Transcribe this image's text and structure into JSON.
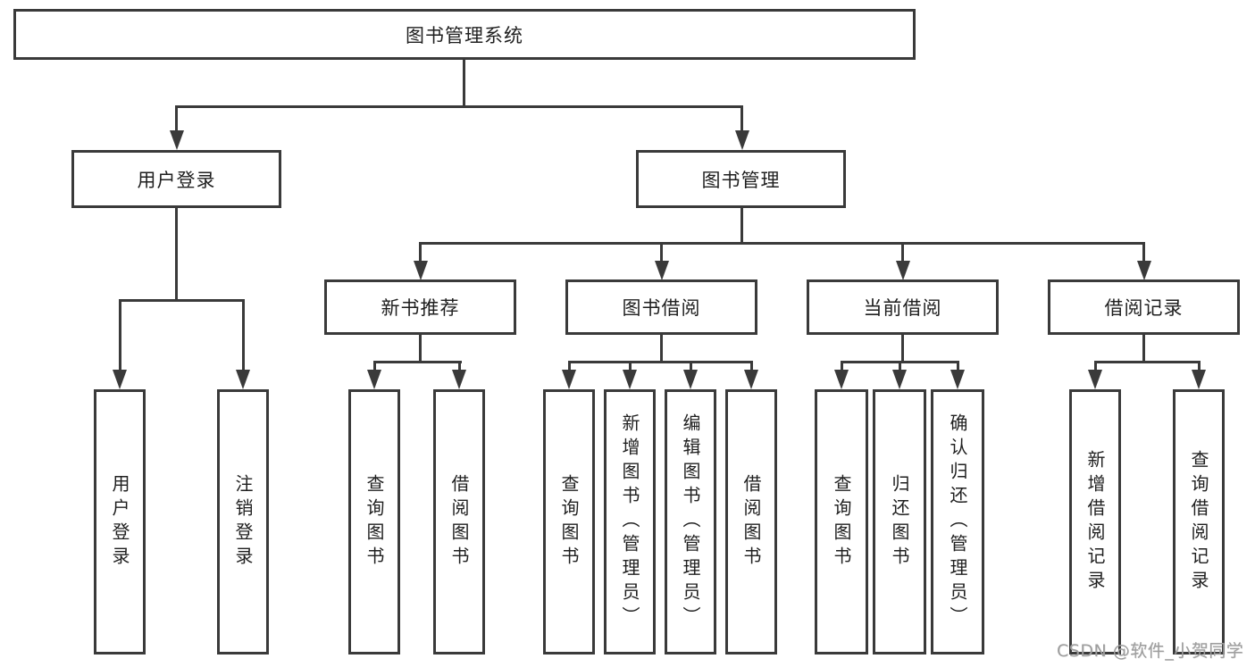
{
  "diagram": {
    "title": "图书管理系统",
    "nodes": {
      "root": "图书管理系统",
      "user_login": "用户登录",
      "book_management": "图书管理",
      "new_book_recommend": "新书推荐",
      "book_borrow": "图书借阅",
      "current_borrow": "当前借阅",
      "borrow_record": "借阅记录",
      "leaf_user_login": "用户登录",
      "leaf_logout": "注销登录",
      "leaf_rec_query_book": "查询图书",
      "leaf_rec_borrow_book": "借阅图书",
      "leaf_bb_query_book": "查询图书",
      "leaf_bb_add_book": "新增图书（管理员）",
      "leaf_bb_edit_book": "编辑图书（管理员）",
      "leaf_bb_borrow_book": "借阅图书",
      "leaf_cb_query_book": "查询图书",
      "leaf_cb_return_book": "归还图书",
      "leaf_cb_confirm_return": "确认归还（管理员）",
      "leaf_br_add_record": "新增借阅记录",
      "leaf_br_query_record": "查询借阅记录"
    },
    "watermark": "CSDN @软件_小贺同学",
    "colors": {
      "line": "#3a3a3a",
      "text": "#1f1f1f",
      "background": "#ffffff",
      "watermark": "#9e9e9e"
    }
  }
}
